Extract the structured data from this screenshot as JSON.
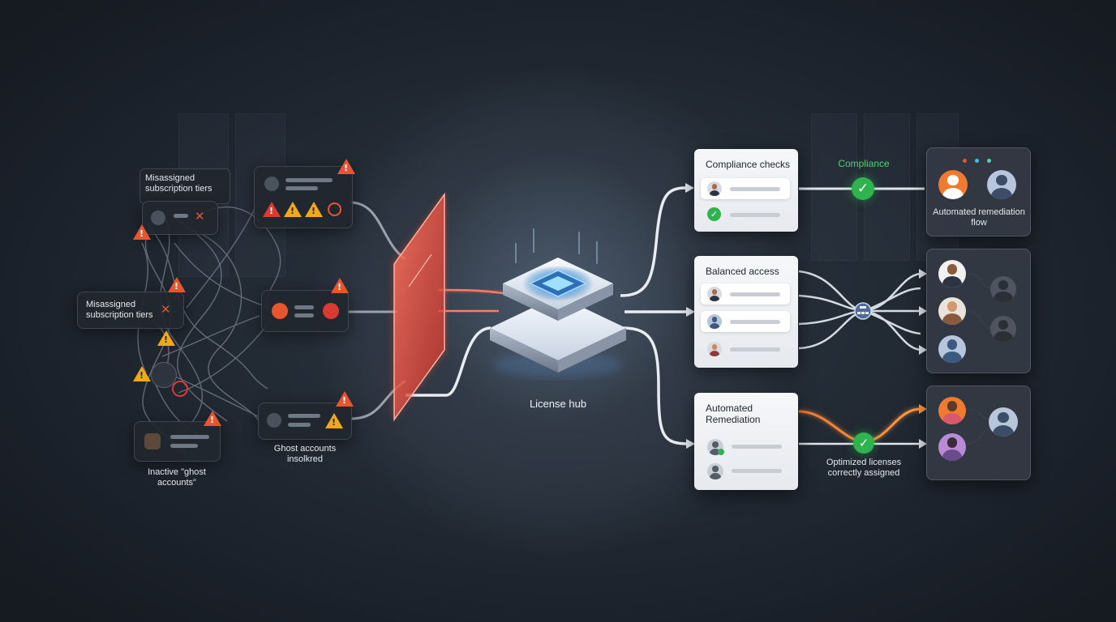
{
  "left": {
    "misassigned_top": "Misassigned subscription tiers",
    "misassigned_left": "Misassigned subscription tiers",
    "inactive_ghost": "Inactive \"ghost accounts\" ",
    "ghost_isolated": "Ghost accounts insolkred"
  },
  "hub": {
    "label": "License hub"
  },
  "right": {
    "compliance_checks": "Compliance checks",
    "compliance": "Compliance",
    "automated_remediation_flow": "Automated remediation flow",
    "balanced_access": "Balanced access",
    "automated_remediation": "Automated Remediation",
    "optimized_licenses": "Optimized licenses correctly assigned"
  },
  "colors": {
    "background": "#1a212b",
    "warning_orange": "#e8552e",
    "warning_yellow": "#f2a81d",
    "firewall_red": "#ff5a45",
    "check_green": "#2fb34f",
    "compliance_green": "#4fd46d",
    "flow_orange": "#f07a30",
    "wire_white": "#e9edf3"
  },
  "icons": [
    "warning-icon",
    "user-icon",
    "x-mark-icon",
    "check-icon",
    "hub-chip-icon",
    "firewall-icon",
    "alert-circle-icon",
    "lock-icon",
    "network-node-icon"
  ]
}
